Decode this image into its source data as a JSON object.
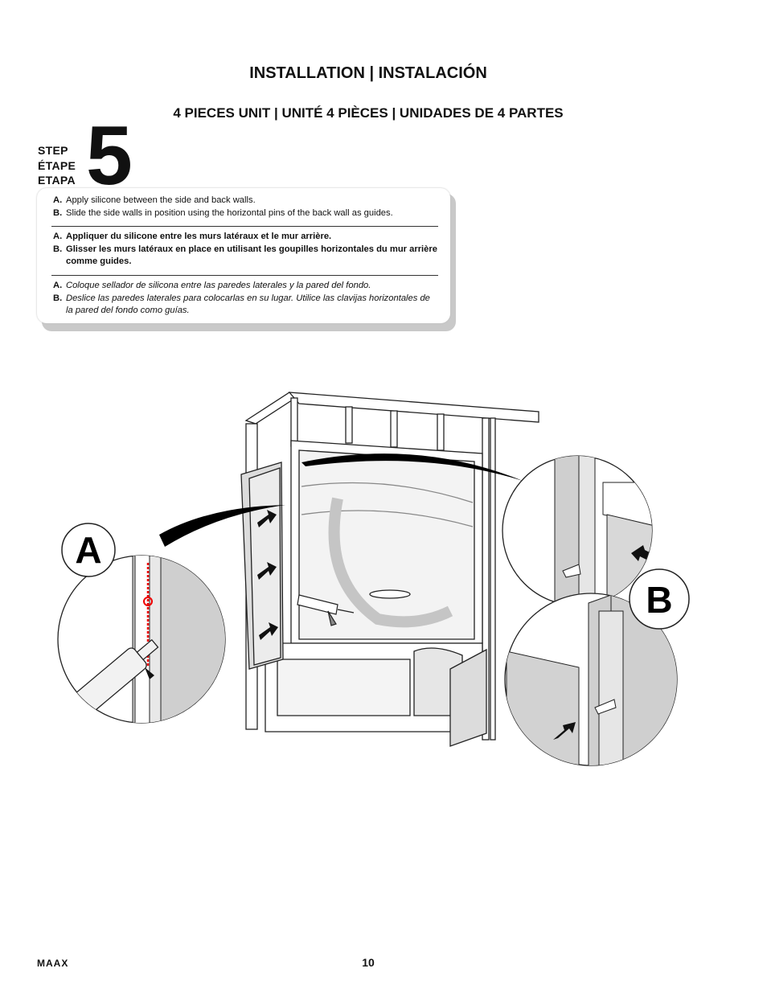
{
  "header": {
    "title": "INSTALLATION | INSTALACIÓN",
    "subtitle": "4 PIECES UNIT | UNITÉ 4 PIÈCES | UNIDADES DE 4 PARTES"
  },
  "step": {
    "labels": [
      "STEP",
      "ÉTAPE",
      "ETAPA"
    ],
    "number": "5"
  },
  "instructions": {
    "en": [
      {
        "letter": "A.",
        "text": "Apply silicone between the side and back walls."
      },
      {
        "letter": "B.",
        "text": "Slide the side walls in position using the horizontal pins of the back wall as guides."
      }
    ],
    "fr": [
      {
        "letter": "A.",
        "text": "Appliquer du silicone entre les murs latéraux et le mur arrière."
      },
      {
        "letter": "B.",
        "text": "Glisser les murs latéraux en place en utilisant les goupilles horizontales du mur arrière comme guides."
      }
    ],
    "es": [
      {
        "letter": "A.",
        "text": "Coloque sellador de silicona entre las paredes laterales y la pared del fondo."
      },
      {
        "letter": "B.",
        "text": "Deslice las paredes laterales para colocarlas en su lugar. Utilice las clavijas horizontales de la pared del fondo como guías."
      }
    ]
  },
  "illustration": {
    "callout_a": "A",
    "callout_b": "B"
  },
  "footer": {
    "brand": "MAAX",
    "page_number": "10"
  }
}
